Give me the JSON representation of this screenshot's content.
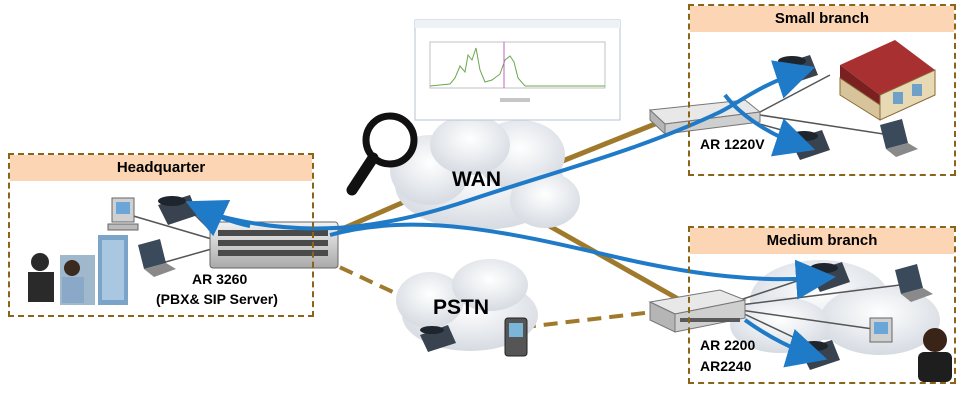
{
  "sites": {
    "headquarter": {
      "title": "Headquarter"
    },
    "small_branch": {
      "title": "Small branch"
    },
    "medium_branch": {
      "title": "Medium branch"
    }
  },
  "networks": {
    "wan": "WAN",
    "pstn": "PSTN"
  },
  "devices": {
    "hq_router_line1": "AR 3260",
    "hq_router_line2": "(PBX& SIP Server)",
    "small_router": "AR 1220V",
    "medium_router_line1": "AR 2200",
    "medium_router_line2": "AR2240"
  },
  "colors": {
    "site_header": "#fcd5b4",
    "site_border": "#8a6418",
    "wan_link": "#a07a2c",
    "call_path": "#1f7ac8"
  }
}
